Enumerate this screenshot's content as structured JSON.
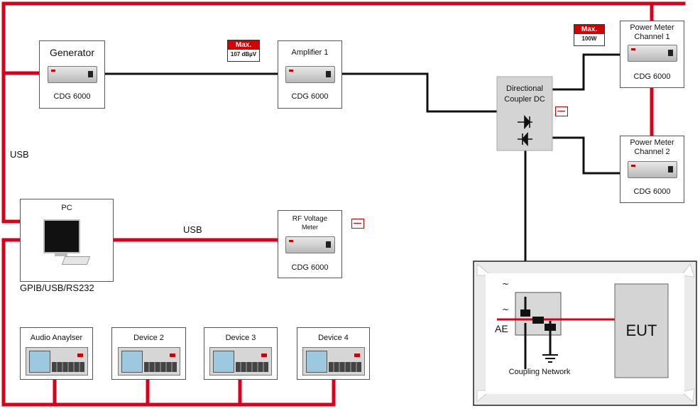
{
  "usb_top": "USB",
  "usb_mid": "USB",
  "pc_interfaces": "GPIB/USB/RS232",
  "generator": {
    "title": "Generator",
    "model": "CDG 6000"
  },
  "amplifier": {
    "title": "Amplifier 1",
    "model": "CDG 6000"
  },
  "max_generator": {
    "label": "Max.",
    "value": "107 dBµV"
  },
  "max_power": {
    "label": "Max.",
    "value": "100W"
  },
  "coupler": {
    "title": "Directional",
    "title2": "Coupler DC"
  },
  "pm1": {
    "title": "Power Meter",
    "title2": "Channel 1",
    "model": "CDG 6000"
  },
  "pm2": {
    "title": "Power Meter",
    "title2": "Channel 2",
    "model": "CDG 6000"
  },
  "pc": {
    "title": "PC"
  },
  "rfvm": {
    "title": "RF Voltage",
    "title2": "Meter",
    "model": "CDG 6000"
  },
  "devices": [
    {
      "title": "Audio Anaylser"
    },
    {
      "title": "Device 2"
    },
    {
      "title": "Device 3"
    },
    {
      "title": "Device 4"
    }
  ],
  "ae": "AE",
  "eut": "EUT",
  "coupling": "Coupling Network",
  "colors": {
    "red": "#d9001b",
    "black": "#111111",
    "coupler_gray": "#d4d4d4"
  }
}
